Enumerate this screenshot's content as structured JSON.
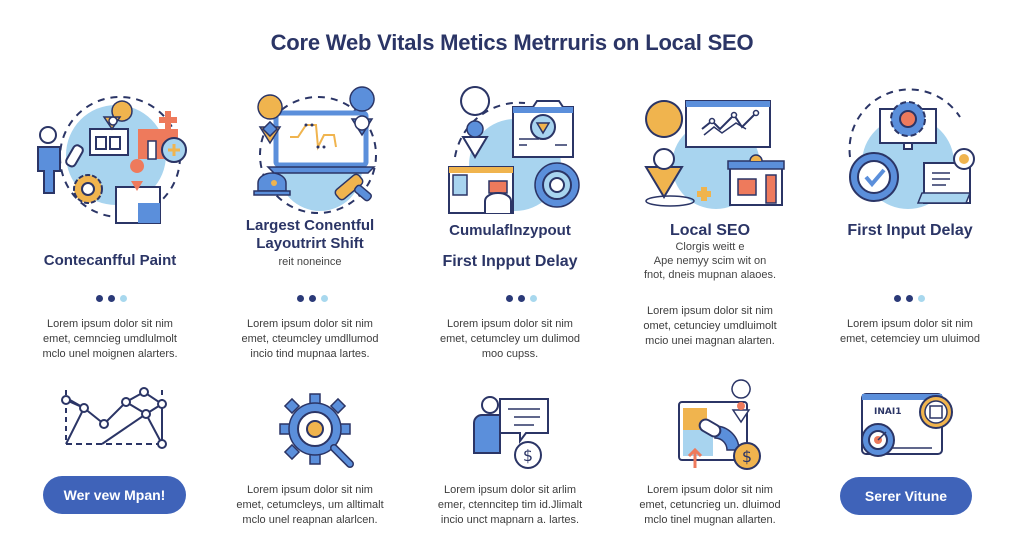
{
  "title": "Core Web Vitals Metics Metrruris on Local SEO",
  "colors": {
    "navy": "#2b3566",
    "blue": "#5b8fdb",
    "light_blue": "#a8d4ef",
    "orange": "#f0b44e",
    "coral": "#ee7a5c",
    "button": "#3f63b9",
    "dot_dark": "#2b3a78",
    "dot_light": "#a8d8ee"
  },
  "columns": [
    {
      "icon": "person-gear-map-icon",
      "heading_lines": [
        "Contecanfful Paint"
      ],
      "subtext_lines": [],
      "paragraph": [
        "Lorem ipsum dolor sit nim",
        "emet, cemncieg umdlulmolt",
        "mclo unel moignen alarters."
      ],
      "bottom_icon": "line-chart-icon",
      "button": "Wer vew Mpan!"
    },
    {
      "icon": "laptop-layout-icon",
      "heading_lines": [
        "Largest Conentful",
        "Layoutrirt Shift"
      ],
      "subtext_lines": [
        "reit noneince"
      ],
      "paragraph": [
        "Lorem ipsum dolor sit nim",
        "emet, cteumcley umdllumod",
        "incio tind mupnaa lartes."
      ],
      "bottom_icon": "gear-search-icon",
      "bottom_paragraph": [
        "Lorem ipsum dolor sit nim",
        "emet, cetumcleys, um alltimalt",
        "mclo unel reapnan alarlcen."
      ]
    },
    {
      "icon": "camera-gear-location-icon",
      "heading_lines": [
        "Cumulaflnzypout"
      ],
      "heading2_lines": [
        "First Inpput Delay"
      ],
      "paragraph": [
        "Lorem ipsum dolor sit nim",
        "emet, cetumcley um dulimod",
        "moo cupss."
      ],
      "bottom_icon": "person-chat-dollar-icon",
      "bottom_paragraph": [
        "Lorem ipsum dolor sit arlim",
        "emer, ctenncitep tim id.Jlimalt",
        "incio unct mapnarn a. lartes."
      ]
    },
    {
      "icon": "map-pin-chart-store-icon",
      "heading_lines": [
        "Local SEO"
      ],
      "subtext_lines": [
        "Clorgis weitt e",
        "Ape nemyy scim wit on",
        "fnot, dneis mupnan alaoes."
      ],
      "paragraph": [
        "Lorem ipsum dolor sit nim",
        "omet, cetunciey umdluimolt",
        "mcio unei magnan alarten."
      ],
      "bottom_icon": "map-dollar-icon",
      "bottom_paragraph": [
        "Lorem ipsum dolor sit nim",
        "emet, cetuncrieg un. dluimod",
        "mclo tinel mugnan allarten."
      ]
    },
    {
      "icon": "monitor-check-chat-icon",
      "heading_lines": [
        "First Input Delay"
      ],
      "paragraph": [
        "Lorem ipsum dolor sit nim",
        "emet, cetemciey um uluimod"
      ],
      "bottom_icon": "browser-gauge-icon",
      "bottom_icon_label": "INAI1",
      "button": "Serer Vitune"
    }
  ]
}
